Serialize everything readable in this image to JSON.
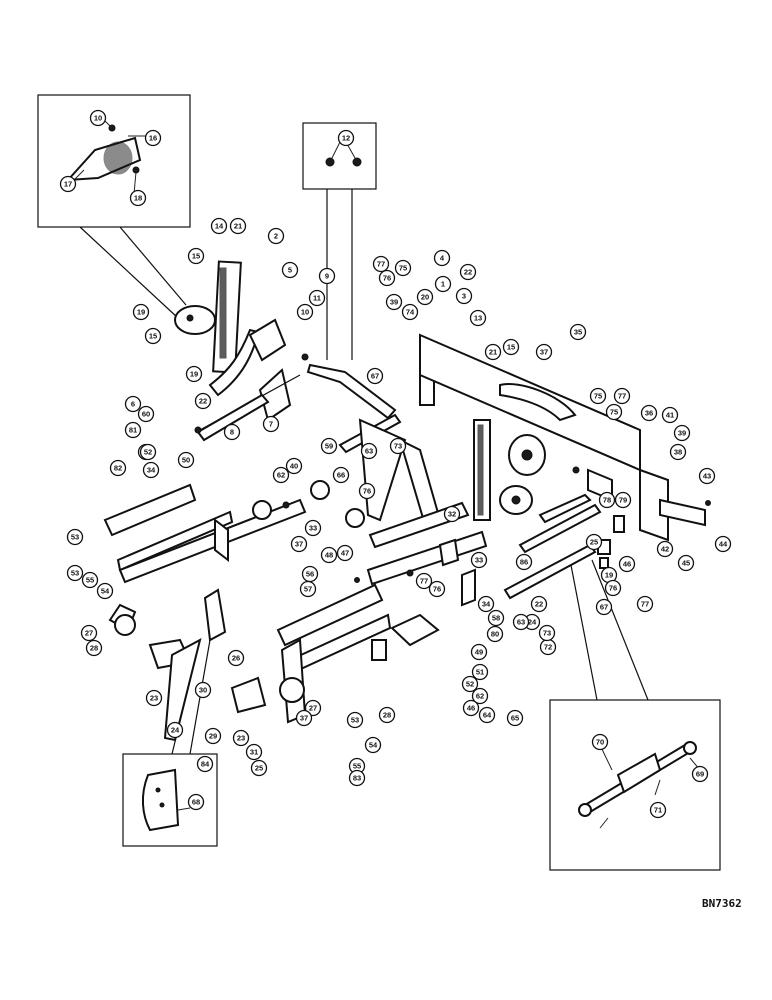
{
  "drawing_code": "BN7362",
  "insets": [
    {
      "id": "inset-top-left",
      "callouts": [
        "10",
        "16",
        "17",
        "18"
      ]
    },
    {
      "id": "inset-top-center",
      "callouts": [
        "12"
      ]
    },
    {
      "id": "inset-bottom-left",
      "callouts": [
        "83",
        "84"
      ]
    },
    {
      "id": "inset-bottom-right",
      "callouts": [
        "68",
        "69",
        "70",
        "71"
      ]
    }
  ],
  "callouts": [
    "10",
    "16",
    "17",
    "18",
    "12",
    "14",
    "21",
    "2",
    "5",
    "9",
    "11",
    "10",
    "77",
    "76",
    "75",
    "39",
    "20",
    "74",
    "4",
    "22",
    "1",
    "3",
    "13",
    "21",
    "15",
    "37",
    "35",
    "15",
    "19",
    "15",
    "19",
    "22",
    "67",
    "73",
    "6",
    "60",
    "81",
    "7",
    "8",
    "59",
    "63",
    "66",
    "32",
    "76",
    "53",
    "52",
    "34",
    "50",
    "82",
    "62",
    "40",
    "36",
    "41",
    "39",
    "38",
    "43",
    "75",
    "77",
    "75",
    "78",
    "79",
    "44",
    "45",
    "42",
    "46",
    "25",
    "19",
    "76",
    "77",
    "67",
    "86",
    "22",
    "24",
    "72",
    "73",
    "33",
    "37",
    "48",
    "47",
    "32",
    "56",
    "57",
    "77",
    "76",
    "33",
    "34",
    "58",
    "80",
    "63",
    "49",
    "51",
    "52",
    "62",
    "46",
    "64",
    "65",
    "53",
    "55",
    "54",
    "27",
    "28",
    "23",
    "26",
    "24",
    "30",
    "29",
    "23",
    "25",
    "31",
    "27",
    "37",
    "53",
    "28",
    "54",
    "55",
    "83",
    "84",
    "68",
    "70",
    "71",
    "69"
  ]
}
